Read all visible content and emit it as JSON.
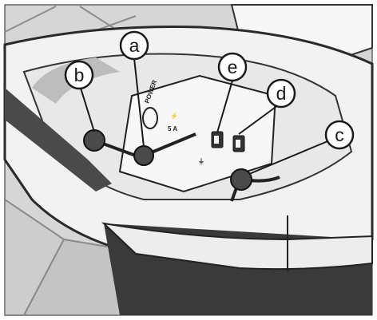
{
  "callouts": {
    "a": "a",
    "b": "b",
    "c": "c",
    "d": "d",
    "e": "e"
  },
  "panel_marks": {
    "power_label": "POWER",
    "fuse_symbol": "⚡",
    "rating": "5 A",
    "ground_symbol": "⏚"
  },
  "colors": {
    "device_white": "#f4f4f4",
    "floor_tile": "#cfcfcf",
    "dark_shadow": "#3c3c3c",
    "outline": "#1a1a1a"
  }
}
